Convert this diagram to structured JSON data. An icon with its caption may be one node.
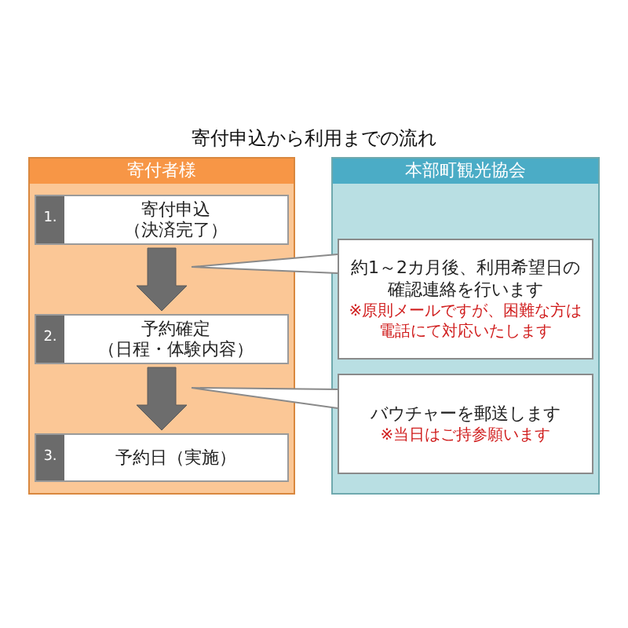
{
  "diagram": {
    "title": "寄付申込から利用までの流れ",
    "nodes": [
      {
        "text": [
          "寄付者様"
        ]
      },
      {
        "text": [
          "1.",
          "寄付申込",
          "（決済完了）"
        ],
        "in": 0
      },
      {
        "text": [
          "2.",
          "予約確定",
          "（日程・体験内容）"
        ],
        "in": 0
      },
      {
        "text": [
          "3.",
          "予約日（実施）"
        ],
        "in": 0
      },
      {
        "text": [
          "本部町観光協会"
        ]
      },
      {
        "text": [
          "約1～2カ月後、利用希望日の確認連絡を行います",
          "※原則メールですが、困難な方は電話にて対応いたします"
        ],
        "in": 4
      },
      {
        "text": [
          "バウチャーを郵送します",
          "※当日はご持参願います"
        ],
        "in": 4
      }
    ],
    "edges": [
      {
        "from": 1,
        "to": 2,
        "arrow": "to",
        "style": "thick"
      },
      {
        "from": 2,
        "to": 3,
        "arrow": "to",
        "style": "thick"
      },
      {
        "from": 5,
        "to": null,
        "arrow": "none"
      },
      {
        "from": 6,
        "to": null,
        "arrow": "none"
      }
    ]
  }
}
